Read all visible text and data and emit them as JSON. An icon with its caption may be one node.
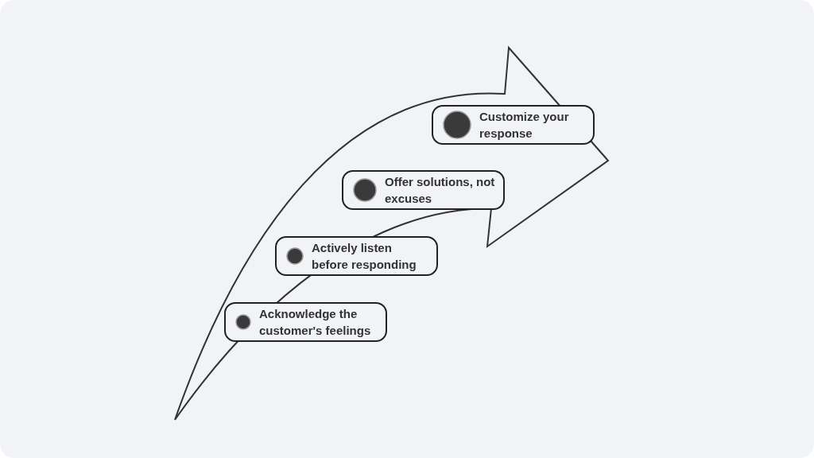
{
  "diagram": {
    "nodes": [
      {
        "text": [
          "Acknowledge the customer's feelings"
        ]
      },
      {
        "text": [
          "Actively listen before responding"
        ]
      },
      {
        "text": [
          "Offer solutions, not excuses"
        ]
      },
      {
        "text": [
          "Customize your response"
        ]
      }
    ]
  }
}
